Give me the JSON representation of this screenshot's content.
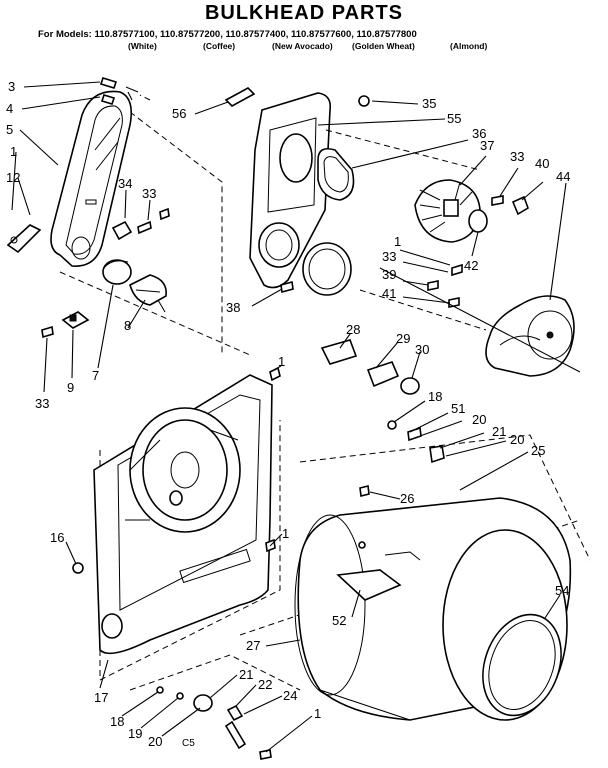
{
  "title": "BULKHEAD PARTS",
  "models_line": "For Models: 110.87577100, 110.87577200, 110.87577400, 110.87577600, 110.87577800",
  "colors": [
    "(White)",
    "(Coffee)",
    "(New Avocado)",
    "(Golden Wheat)",
    "(Almond)"
  ],
  "footer_code": "C5",
  "callouts": [
    "3",
    "4",
    "5",
    "1",
    "12",
    "34",
    "33",
    "56",
    "55",
    "35",
    "36",
    "37",
    "33",
    "40",
    "44",
    "38",
    "1",
    "33",
    "39",
    "41",
    "42",
    "7",
    "8",
    "9",
    "33",
    "28",
    "29",
    "30",
    "1",
    "18",
    "51",
    "20",
    "21",
    "20",
    "25",
    "26",
    "16",
    "1",
    "52",
    "27",
    "54",
    "17",
    "18",
    "19",
    "20",
    "21",
    "22",
    "24",
    "1"
  ]
}
